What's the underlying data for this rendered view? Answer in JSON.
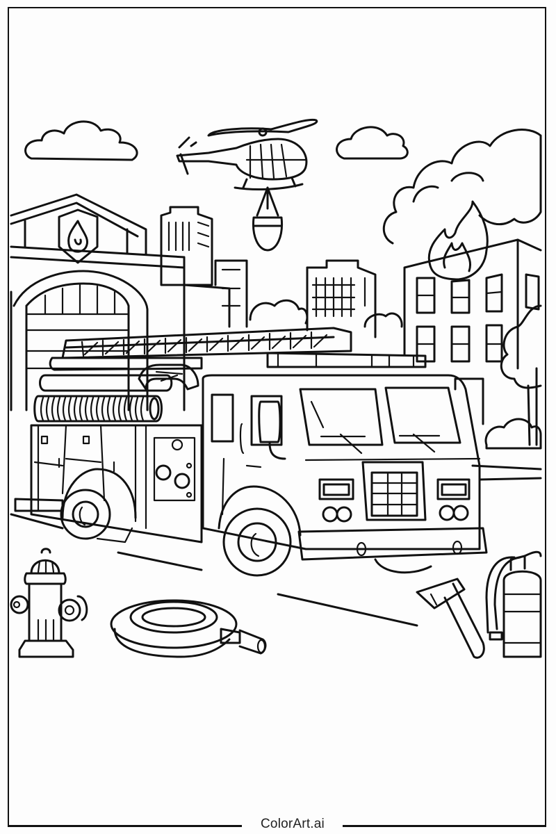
{
  "page": {
    "type": "coloring-page",
    "background_color": "#fdfdfd",
    "line_color": "#111111"
  },
  "watermark": {
    "text": "ColorArt.ai"
  },
  "illustration": {
    "subject": "fire truck at a city fire scene",
    "elements": [
      "cloud-left",
      "helicopter-with-water-bucket",
      "cloud-right",
      "fire-station-with-flame-shield",
      "city-skyscrapers",
      "burning-building-with-smoke",
      "trees",
      "fire-truck-with-ladder",
      "fire-hydrant",
      "coiled-fire-hose",
      "axe",
      "fire-extinguisher"
    ]
  }
}
